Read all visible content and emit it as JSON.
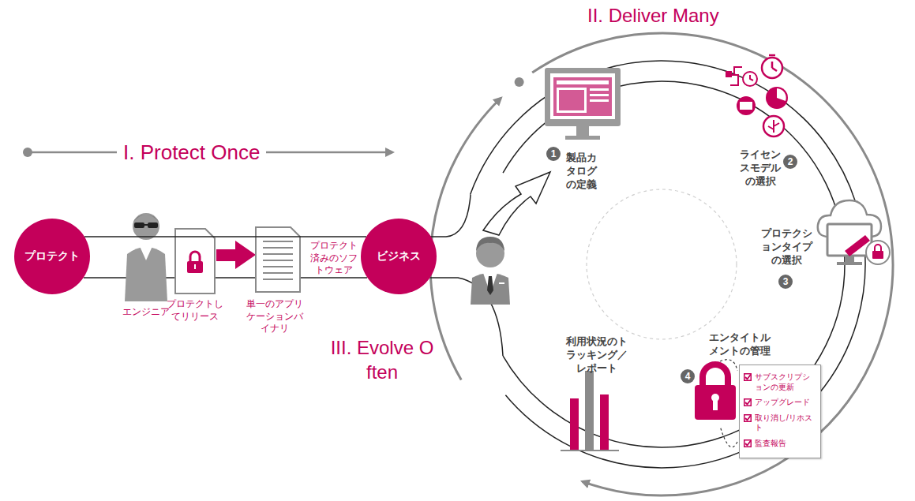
{
  "diagram": {
    "nodes": [
      {
        "text": [
          "プロテクト"
        ]
      },
      {
        "text": [
          "ビジネス"
        ]
      },
      {
        "text": [
          "サブスクリプションの更新",
          "アップグレード",
          "取り消し/リホスト",
          "監査報告"
        ]
      }
    ],
    "edges": [
      {
        "from": 0,
        "to": 1,
        "arrow": "none"
      }
    ],
    "labels": [
      "I. Protect Once",
      "エンジニア",
      "プロテクトしてリリース",
      "単一のアプリケーションバイナリ",
      "プロテクト済みのソフトウェア",
      "II. Deliver Many",
      "1",
      "製品カタログの定義",
      "2",
      "ライセンスモデルの選択",
      "プロテクションタイプの選択",
      "3",
      "エンタイトルメントの管理",
      "4",
      "利用状況のトラッキング／レポート",
      "III. Evolve Often"
    ]
  }
}
